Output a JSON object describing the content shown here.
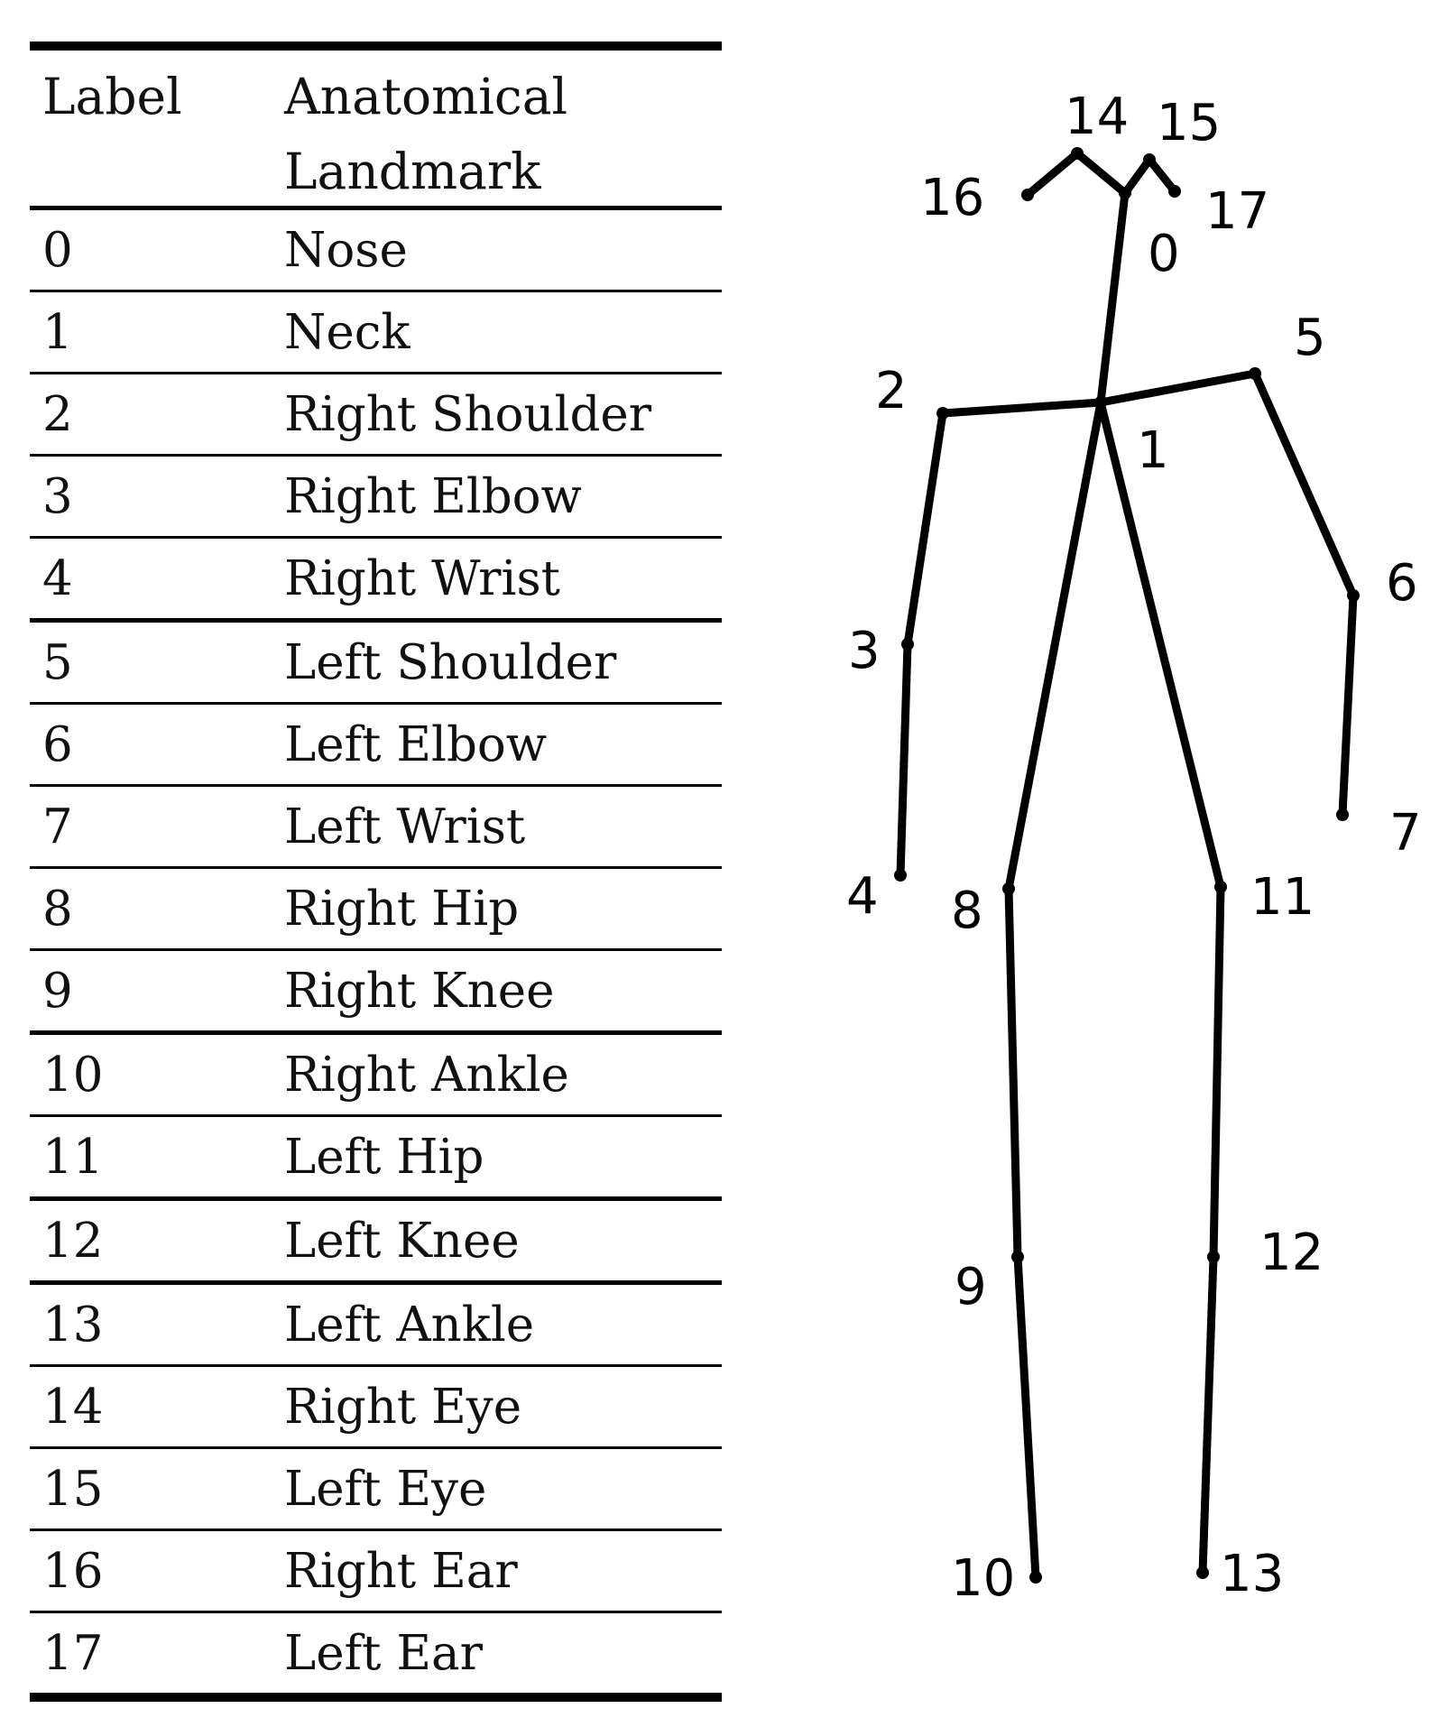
{
  "table": {
    "header": {
      "label": "Label",
      "landmark": "Anatomical\nLandmark"
    },
    "rows": [
      {
        "label": "0",
        "landmark": "Nose"
      },
      {
        "label": "1",
        "landmark": "Neck"
      },
      {
        "label": "2",
        "landmark": "Right Shoulder"
      },
      {
        "label": "3",
        "landmark": "Right Elbow"
      },
      {
        "label": "4",
        "landmark": "Right Wrist"
      },
      {
        "label": "5",
        "landmark": "Left Shoulder"
      },
      {
        "label": "6",
        "landmark": "Left Elbow"
      },
      {
        "label": "7",
        "landmark": "Left Wrist"
      },
      {
        "label": "8",
        "landmark": "Right Hip"
      },
      {
        "label": "9",
        "landmark": "Right Knee"
      },
      {
        "label": "10",
        "landmark": "Right Ankle"
      },
      {
        "label": "11",
        "landmark": "Left Hip"
      },
      {
        "label": "12",
        "landmark": "Left Knee"
      },
      {
        "label": "13",
        "landmark": "Left Ankle"
      },
      {
        "label": "14",
        "landmark": "Right Eye"
      },
      {
        "label": "15",
        "landmark": "Left Eye"
      },
      {
        "label": "16",
        "landmark": "Right Ear"
      },
      {
        "label": "17",
        "landmark": "Left Ear"
      }
    ]
  },
  "skeleton": {
    "joint_labels": [
      "0",
      "1",
      "2",
      "3",
      "4",
      "5",
      "6",
      "7",
      "8",
      "9",
      "10",
      "11",
      "12",
      "13",
      "14",
      "15",
      "16",
      "17"
    ],
    "bones": [
      [
        0,
        1
      ],
      [
        1,
        2
      ],
      [
        2,
        3
      ],
      [
        3,
        4
      ],
      [
        1,
        5
      ],
      [
        5,
        6
      ],
      [
        6,
        7
      ],
      [
        1,
        8
      ],
      [
        8,
        9
      ],
      [
        9,
        10
      ],
      [
        1,
        11
      ],
      [
        11,
        12
      ],
      [
        12,
        13
      ],
      [
        0,
        14
      ],
      [
        14,
        16
      ],
      [
        0,
        15
      ],
      [
        15,
        17
      ]
    ]
  }
}
